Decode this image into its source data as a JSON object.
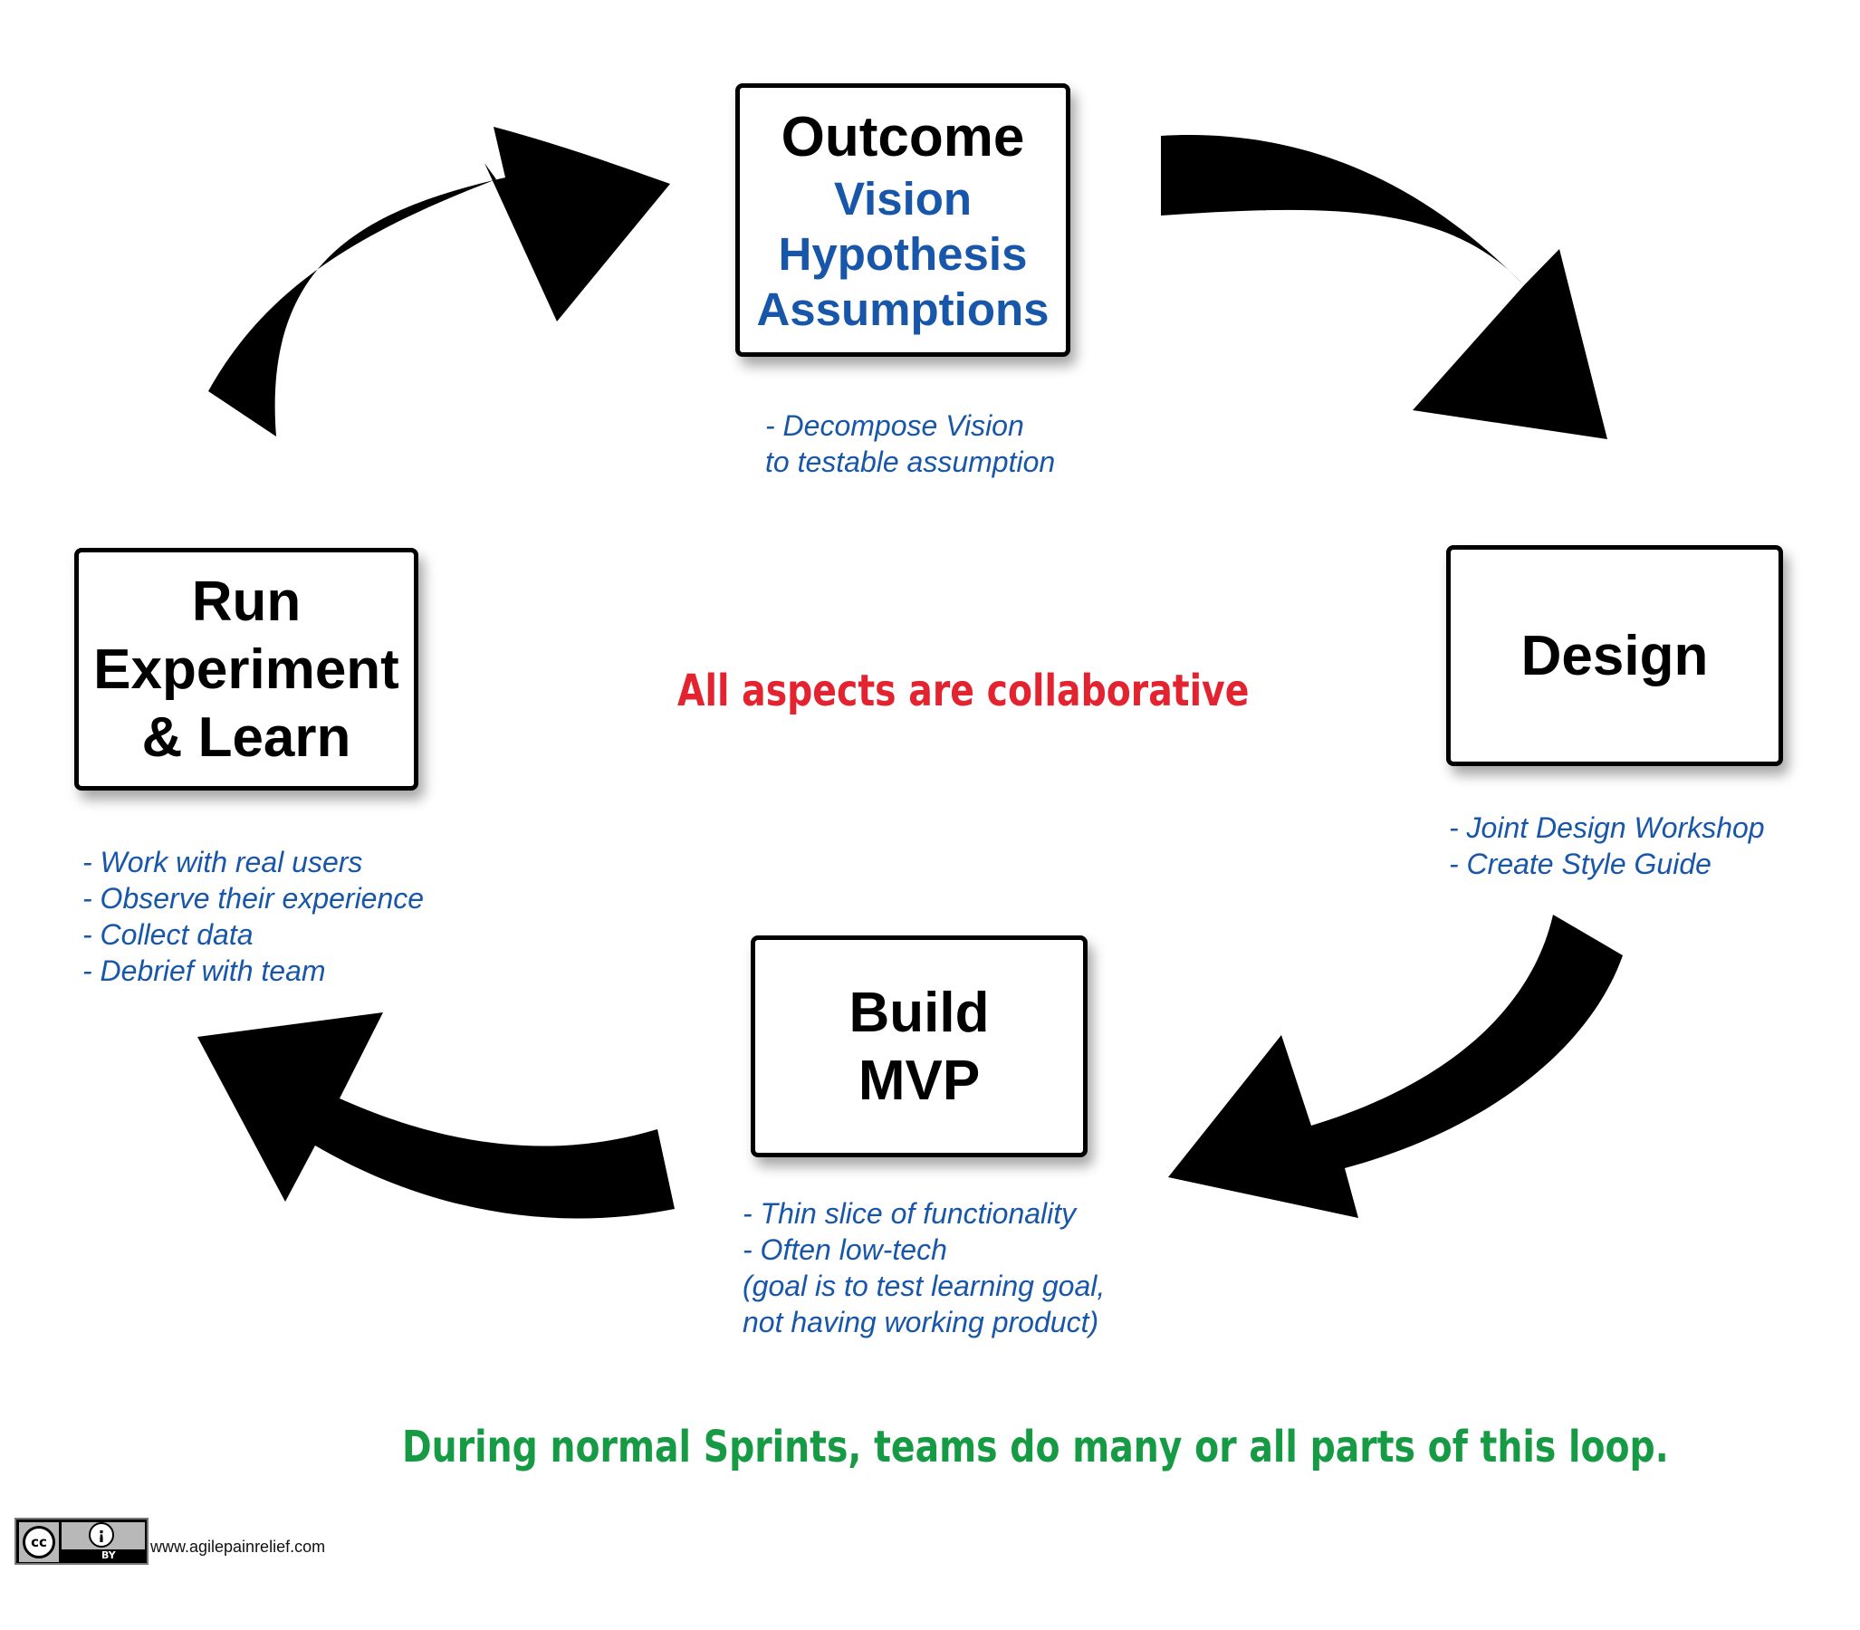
{
  "colors": {
    "title_black": "#000000",
    "text_blue": "#1756a8",
    "banner_red": "#e32330",
    "banner_green": "#169a44",
    "arrow": "#000000"
  },
  "steps": {
    "outcome": {
      "title": "Outcome",
      "subtitles": [
        "Vision",
        "Hypothesis",
        "Assumptions"
      ],
      "notes": [
        "- Decompose Vision",
        "to testable assumption"
      ]
    },
    "design": {
      "title": "Design",
      "notes": [
        "- Joint Design Workshop",
        "- Create Style Guide"
      ]
    },
    "build": {
      "title_lines": [
        "Build",
        "MVP"
      ],
      "notes": [
        "- Thin slice of functionality",
        "- Often low-tech",
        "(goal is to test learning goal,",
        "not having working product)"
      ]
    },
    "run": {
      "title_lines": [
        "Run",
        "Experiment",
        "& Learn"
      ],
      "notes": [
        "- Work with real users",
        "- Observe their experience",
        "- Collect data",
        "- Debrief with team"
      ]
    }
  },
  "center_text": "All aspects are collaborative",
  "footer_text": "During normal Sprints, teams do many or all parts of this loop.",
  "license": {
    "cc": "cc",
    "by": "BY",
    "person_icon": "attribution-person-icon"
  },
  "site_url": "www.agilepainrelief.com",
  "arrows": [
    "run-to-outcome",
    "outcome-to-design",
    "design-to-build",
    "build-to-run"
  ]
}
